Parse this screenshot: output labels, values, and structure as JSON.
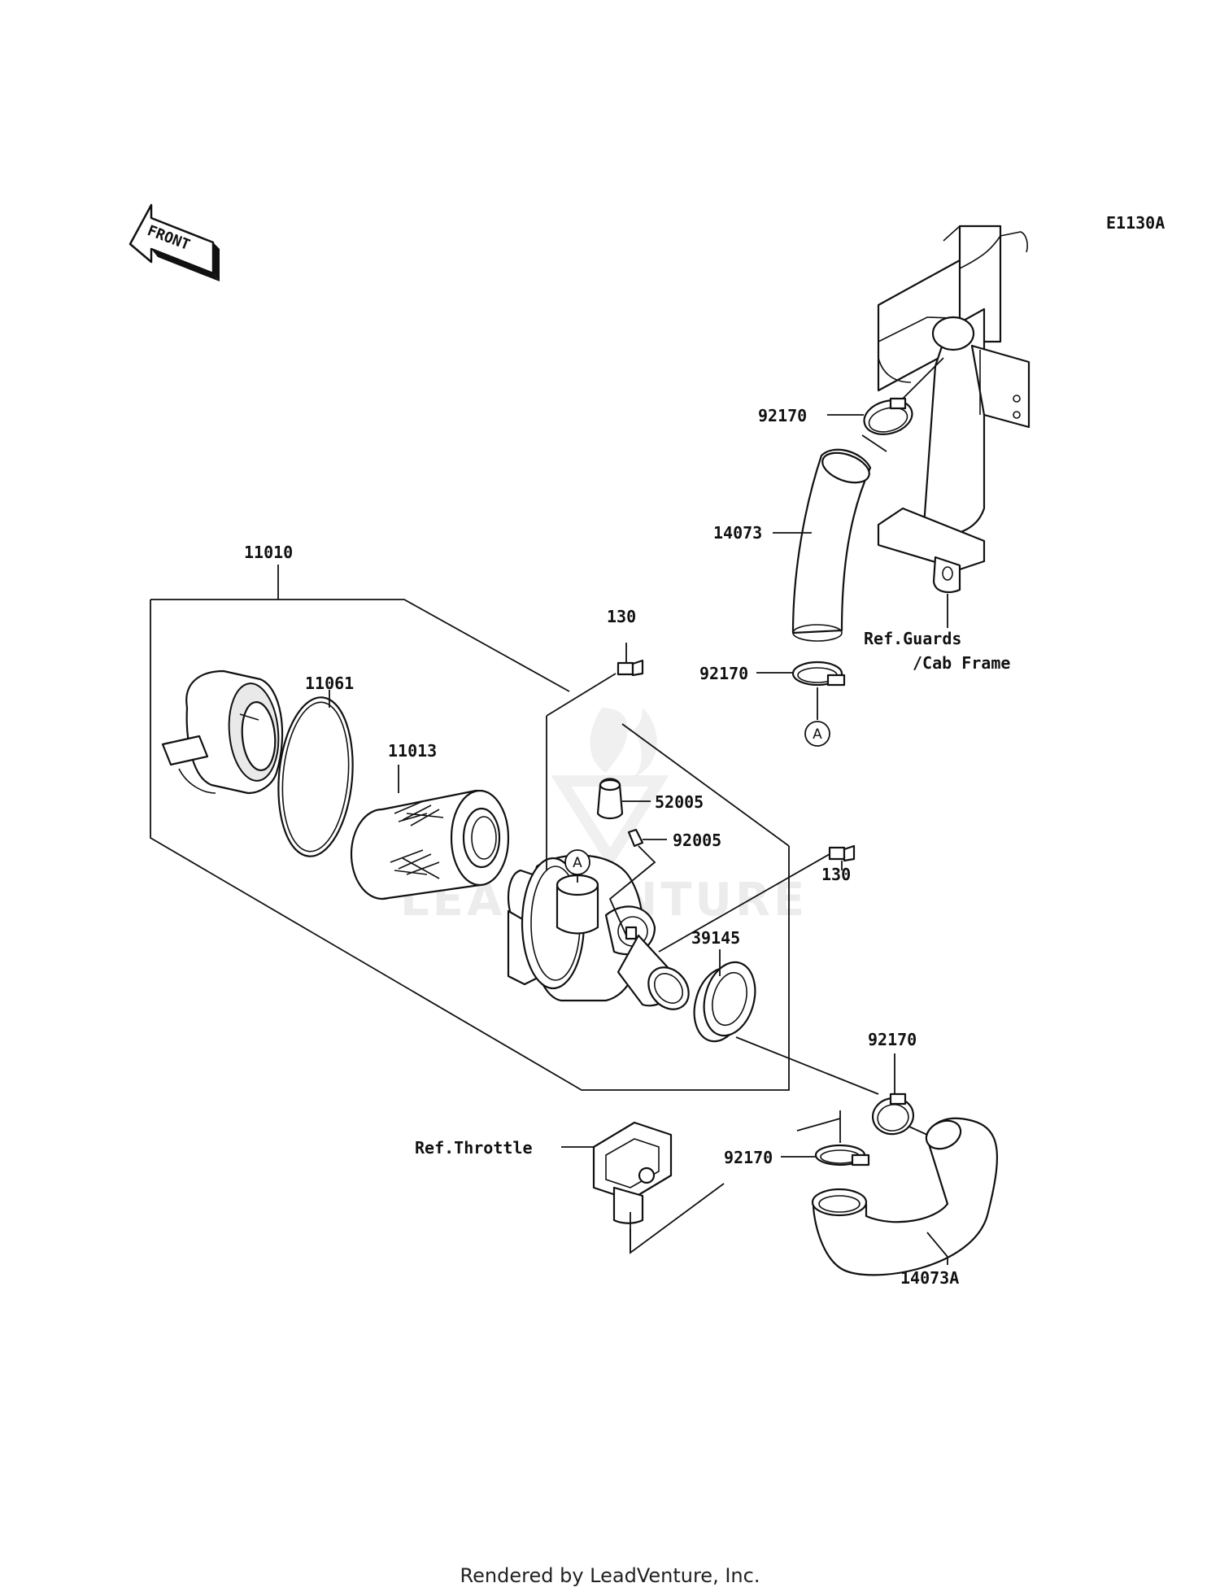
{
  "diagram_code": "E1130A",
  "front_label": "FRONT",
  "watermark": "LEADVENTURE",
  "footer": "Rendered by LeadVenture, Inc.",
  "parts": {
    "p11010": "11010",
    "p11061": "11061",
    "p11013": "11013",
    "p130_top": "130",
    "p130_right": "130",
    "p52005": "52005",
    "p92005": "92005",
    "p39145": "39145",
    "p92170_top": "92170",
    "p92170_mid": "92170",
    "p92170_right": "92170",
    "p92170_bottom": "92170",
    "p14073": "14073",
    "p14073A": "14073A"
  },
  "refs": {
    "guards_line1": "Ref.Guards",
    "guards_line2": "/Cab Frame",
    "throttle": "Ref.Throttle"
  },
  "markers": {
    "a_top": "A",
    "a_body": "A"
  }
}
